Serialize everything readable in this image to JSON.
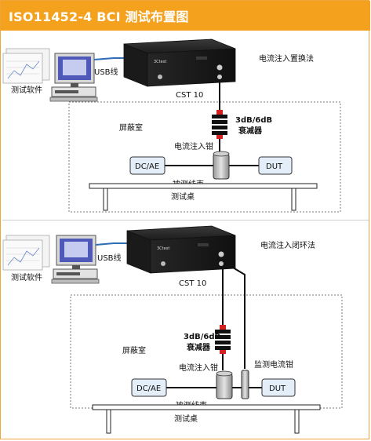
{
  "title": "ISO11452-4 BCI 测试布置图",
  "colors": {
    "accent": "#f4a21e",
    "table_outline": "#222222",
    "usb_cable": "#2f6fb5",
    "attenuator": "#111111",
    "attenuator_band": "#d42020",
    "device_fill": "#e3eef9"
  },
  "top_setup": {
    "method_label": "电流注入置换法",
    "software_label": "测试软件",
    "usb_label": "USB线",
    "cst_label": "CST 10",
    "attenuator_label_line1": "3dB/6dB",
    "attenuator_label_line2": "衰减器",
    "shield_label": "屏蔽室",
    "injection_clamp_label": "电流注入钳",
    "dcae_label": "DC/AE",
    "harness_label": "被测线束",
    "dut_label": "DUT",
    "table_label": "测试桌"
  },
  "bottom_setup": {
    "method_label": "电流注入闭环法",
    "software_label": "测试软件",
    "usb_label": "USB线",
    "cst_label": "CST 10",
    "attenuator_label_line1": "3dB/6dB",
    "attenuator_label_line2": "衰减器",
    "shield_label": "屏蔽室",
    "injection_clamp_label": "电流注入钳",
    "monitor_clamp_label": "监测电流钳",
    "dcae_label": "DC/AE",
    "harness_label": "被测线束",
    "dut_label": "DUT",
    "table_label": "测试桌"
  }
}
